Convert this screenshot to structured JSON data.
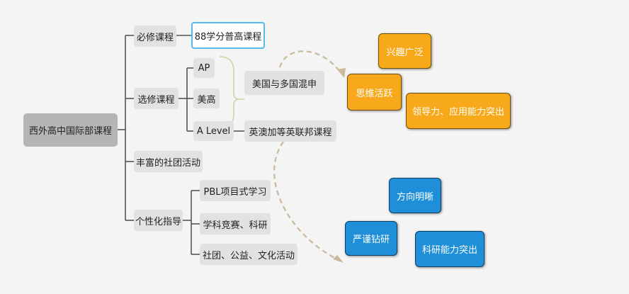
{
  "root": "西外高中国际部课程",
  "branches": {
    "required": {
      "label": "必修课程",
      "child": "88学分普高课程"
    },
    "elective": {
      "label": "选修课程",
      "items": [
        "AP",
        "美高",
        "A Level"
      ],
      "group_note": "美国与多国混申",
      "alevel_note": "英澳加等英联邦课程"
    },
    "clubs": {
      "label": "丰富的社团活动"
    },
    "guidance": {
      "label": "个性化指导",
      "items": [
        "PBL项目式学习",
        "学科竞赛、科研",
        "社团、公益、文化活动"
      ]
    }
  },
  "traits_orange": [
    "兴趣广泛",
    "思维活跃",
    "领导力、应用能力突出"
  ],
  "traits_blue": [
    "方向明晰",
    "严谨钻研",
    "科研能力突出"
  ],
  "colors": {
    "orange": "#f7a81b",
    "blue": "#1e8fd8",
    "line": "#555555",
    "dashed_arrow": "#c9b99a",
    "selected_border": "#57b8ea"
  }
}
